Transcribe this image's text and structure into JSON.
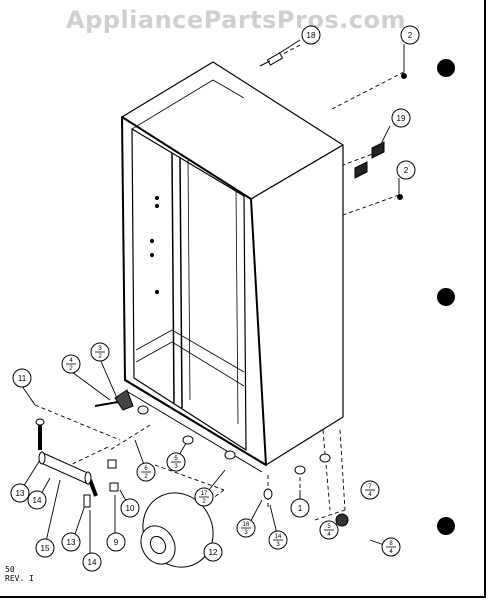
{
  "watermark": "AppliancePartsPros.com",
  "footer": {
    "line1": "50",
    "line2": "REV. I"
  },
  "callouts": {
    "c2a": "2",
    "c2b": "2",
    "c18": "18",
    "c19": "19",
    "c11": "11",
    "c13a": "13",
    "c14a": "14",
    "c15": "15",
    "c13b": "13",
    "c14b": "14",
    "c9": "9",
    "c10": "10",
    "c12": "12",
    "c1": "1",
    "f4a_n": "4",
    "f4a_d": "2",
    "f3_n": "3",
    "f3_d": "2",
    "f6_n": "6",
    "f6_d": "2",
    "f5_n": "5",
    "f5_d": "3",
    "f17_n": "17",
    "f17_d": "2",
    "f16_n": "16",
    "f16_d": "3",
    "f14_n": "14",
    "f14_d": "3",
    "f7_n": "7",
    "f7_d": "4",
    "f5b_n": "5",
    "f5b_d": "4",
    "f8_n": "8",
    "f8_d": "4"
  }
}
